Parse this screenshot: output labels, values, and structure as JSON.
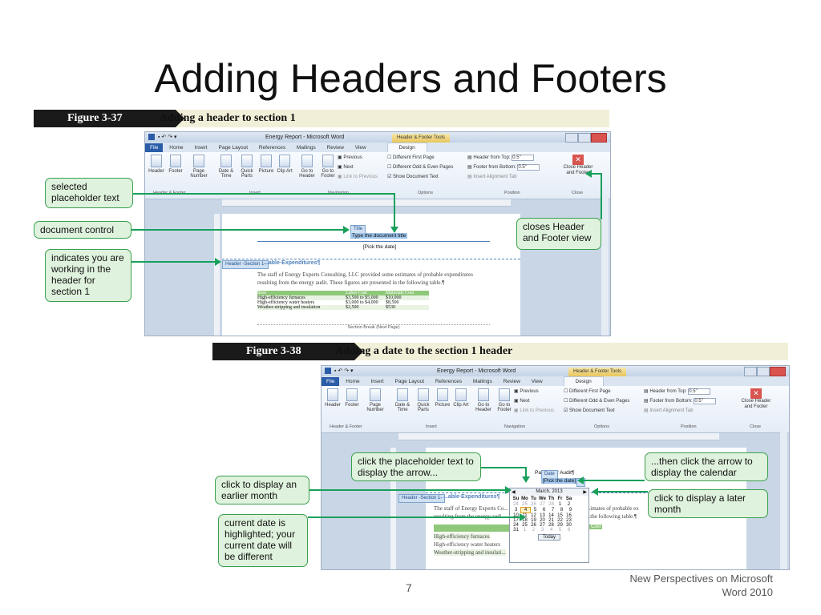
{
  "slide": {
    "title": "Adding Headers and Footers",
    "page_number": "7",
    "footer_note_line1": "New Perspectives on Microsoft",
    "footer_note_line2": "Word 2010"
  },
  "colors": {
    "callout_fill": "#dff2dd",
    "callout_border": "#3aa04d",
    "arrow": "#19a05a",
    "figure_tag": "#1a1a1a",
    "figure_bar": "#f2efd9"
  },
  "figure1": {
    "tag": "Figure 3-37",
    "caption": "Adding a header to section 1",
    "window_title": "Energy Report - Microsoft Word",
    "context_tab": "Header & Footer Tools",
    "tabs": [
      "File",
      "Home",
      "Insert",
      "Page Layout",
      "References",
      "Mailings",
      "Review",
      "View",
      "Design"
    ],
    "ribbon": {
      "header": "Header",
      "footer": "Footer",
      "page_number": "Page Number",
      "date_time": "Date & Time",
      "quick_parts": "Quick Parts",
      "picture": "Picture",
      "clip_art": "Clip Art",
      "go_to_header": "Go to Header",
      "go_to_footer": "Go to Footer",
      "previous": "Previous",
      "next": "Next",
      "link_to_previous": "Link to Previous",
      "different_first_page": "Different First Page",
      "different_odd_even": "Different Odd & Even Pages",
      "show_document_text": "Show Document Text",
      "header_from_top": "Header from Top:",
      "header_from_top_value": "0.5\"",
      "footer_from_bottom": "Footer from Bottom:",
      "footer_from_bottom_value": "0.5\"",
      "insert_alignment_tab": "Insert Alignment Tab",
      "close_header_footer": "Close Header and Footer",
      "group_header_footer": "Header & Footer",
      "group_insert": "Insert",
      "group_navigation": "Navigation",
      "group_options": "Options",
      "group_position": "Position",
      "group_close": "Close"
    },
    "doc": {
      "title_label": "Title",
      "title_placeholder": "Type the document title",
      "date_placeholder": "[Pick the date]",
      "header_tag": "Header -Section 1-",
      "heading": "...able·Expenditures¶",
      "para_line1": "The staff of Energy Experts Consulting, LLC provided some estimates of probable expenditures",
      "para_line2": "resulting from the energy audit. These figures are presented in the following table.¶",
      "table_header": [
        "Item",
        "Labor Cost",
        "Materials Cost"
      ],
      "table_rows": [
        [
          "High-efficiency furnaces",
          "$3,500 to $5,000",
          "$10,000"
        ],
        [
          "High-efficiency water heaters",
          "$3,000 to $4,000",
          "$8,500"
        ],
        [
          "Weather-stripping and insulation",
          "$2,500",
          "$530"
        ]
      ],
      "section_break": "Section Break (Next Page)"
    },
    "callouts": {
      "selected_placeholder": "selected placeholder text",
      "document_control": "document control",
      "working_in_header": "indicates you are working in the header for section 1",
      "closes_view": "closes Header and Footer view"
    }
  },
  "figure2": {
    "tag": "Figure 3-38",
    "caption": "Adding a date to the section 1 header",
    "window_title": "Energy Report - Microsoft Word",
    "context_tab": "Header & Footer Tools",
    "tabs": [
      "File",
      "Home",
      "Insert",
      "Page Layout",
      "References",
      "Mailings",
      "Review",
      "View",
      "Design"
    ],
    "doc": {
      "audit_text": "Pa...nergy Audit¶",
      "date_label": "Date",
      "date_placeholder": "[Pick the date]",
      "header_tag": "Header -Section 1-",
      "heading": "...able·Expenditures¶",
      "para_line1": "The staff of Energy Experts Co...",
      "para_line2": "resulting from the energy audi...",
      "para_right1": "...imates of probable ex",
      "para_right2": "...the following table.¶",
      "row1": "High-efficiency furnaces",
      "row2": "High-efficiency water heaters",
      "row3": "Weather-stripping and insulati...",
      "materials_cost": "Cost"
    },
    "calendar": {
      "month": "March, 2013",
      "weekdays": [
        "Su",
        "Mo",
        "Tu",
        "We",
        "Th",
        "Fr",
        "Sa"
      ],
      "weeks": [
        [
          "24",
          "25",
          "26",
          "27",
          "28",
          "1",
          "2"
        ],
        [
          "3",
          "4",
          "5",
          "6",
          "7",
          "8",
          "9"
        ],
        [
          "10",
          "11",
          "12",
          "13",
          "14",
          "15",
          "16"
        ],
        [
          "17",
          "18",
          "19",
          "20",
          "21",
          "22",
          "23"
        ],
        [
          "24",
          "25",
          "26",
          "27",
          "28",
          "29",
          "30"
        ],
        [
          "31",
          "1",
          "2",
          "3",
          "4",
          "5",
          "6"
        ]
      ],
      "highlighted_day": "4",
      "today_button": "Today"
    },
    "callouts": {
      "click_placeholder": "click the placeholder text to display the arrow...",
      "then_click_arrow": "...then click the arrow to display the calendar",
      "earlier_month": "click to display an earlier month",
      "later_month": "click to display a later month",
      "current_date": "current date is highlighted; your current date will be different"
    }
  }
}
